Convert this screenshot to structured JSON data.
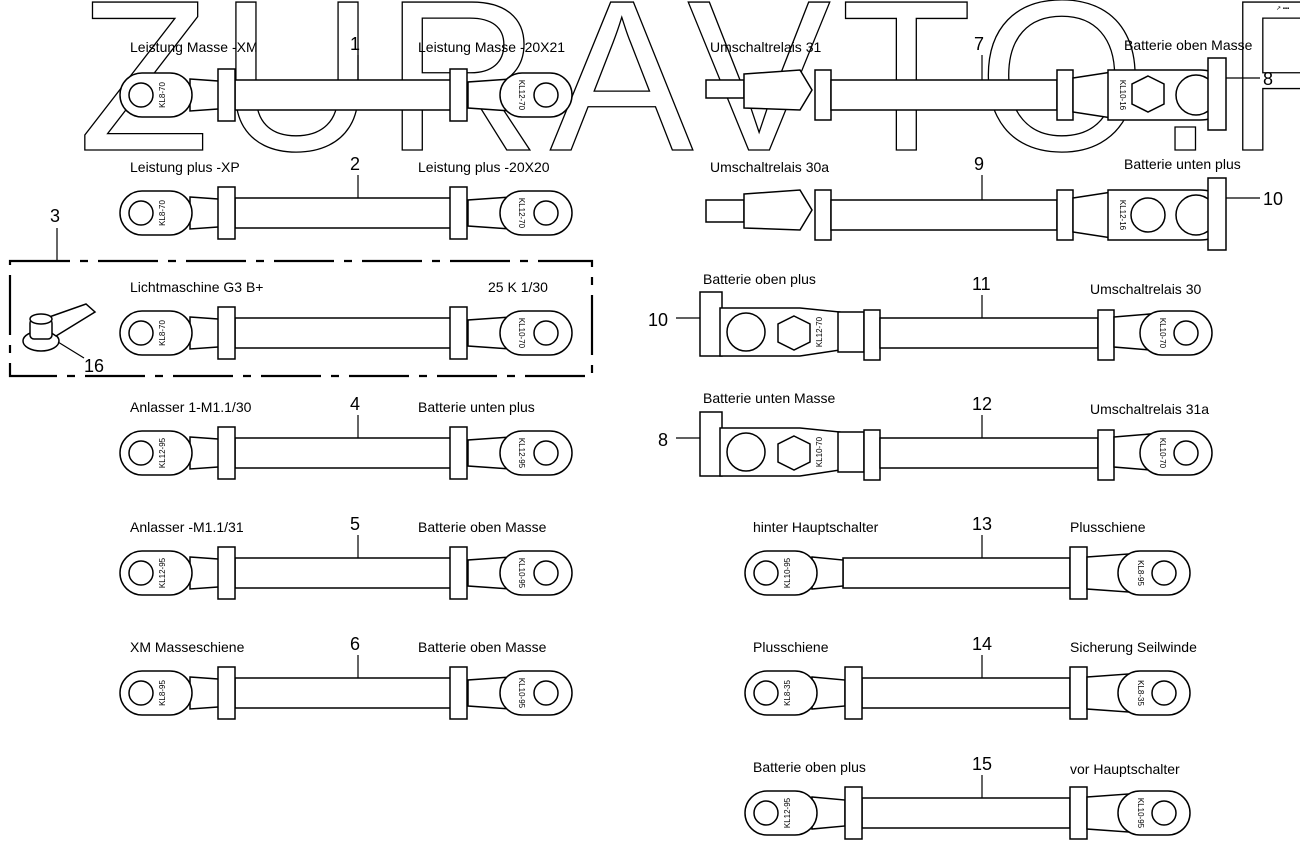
{
  "watermark": "ZURAVTO.RU",
  "corner_mark": "↗ ▪▪▪",
  "cables": [
    {
      "num": "1",
      "left_label": "Leistung Masse -XM",
      "right_label": "Leistung Masse -20X21",
      "left_tag": "KL8-70",
      "right_tag": "KL12-70"
    },
    {
      "num": "2",
      "left_label": "Leistung plus -XP",
      "right_label": "Leistung plus -20X20",
      "left_tag": "KL8-70",
      "right_tag": "KL12-70"
    },
    {
      "num": "4",
      "left_label": "Anlasser 1-M1.1/30",
      "right_label": "Batterie unten plus",
      "left_tag": "KL12-95",
      "right_tag": "KL12-95"
    },
    {
      "num": "5",
      "left_label": "Anlasser -M1.1/31",
      "right_label": "Batterie oben Masse",
      "left_tag": "KL12-95",
      "right_tag": "KL10-95"
    },
    {
      "num": "6",
      "left_label": "XM Masseschiene",
      "right_label": "Batterie oben Masse",
      "left_tag": "KL8-95",
      "right_tag": "KL10-95"
    },
    {
      "num": "7",
      "left_label": "Umschaltrelais 31",
      "right_label": "Batterie oben Masse",
      "left_tag": "",
      "right_tag": "KL10-16"
    },
    {
      "num": "9",
      "left_label": "Umschaltrelais 30a",
      "right_label": "Batterie unten plus",
      "left_tag": "",
      "right_tag": "KL12-16"
    },
    {
      "num": "11",
      "left_label": "Batterie oben plus",
      "right_label": "Umschaltrelais 30",
      "left_tag": "KL12-70",
      "right_tag": "KL10-70"
    },
    {
      "num": "12",
      "left_label": "Batterie unten Masse",
      "right_label": "Umschaltrelais 31a",
      "left_tag": "KL10-70",
      "right_tag": "KL10-70"
    },
    {
      "num": "13",
      "left_label": "hinter Hauptschalter",
      "right_label": "Plusschiene",
      "left_tag": "KL10-95",
      "right_tag": "KL8-95"
    },
    {
      "num": "14",
      "left_label": "Plusschiene",
      "right_label": "Sicherung Seilwinde",
      "left_tag": "KL8-35",
      "right_tag": "KL8-35"
    },
    {
      "num": "15",
      "left_label": "Batterie oben plus",
      "right_label": "vor Hauptschalter",
      "left_tag": "KL12-95",
      "right_tag": "KL10-95"
    }
  ],
  "assembly3": {
    "num": "3",
    "left_label": "Lichtmaschine G3 B+",
    "right_label": "25 K 1/30",
    "left_tag": "KL8-70",
    "right_tag": "KL10-70",
    "cap_num": "16"
  },
  "callouts": {
    "c8a": "8",
    "c10a": "10",
    "c10b": "10",
    "c8b": "8"
  }
}
